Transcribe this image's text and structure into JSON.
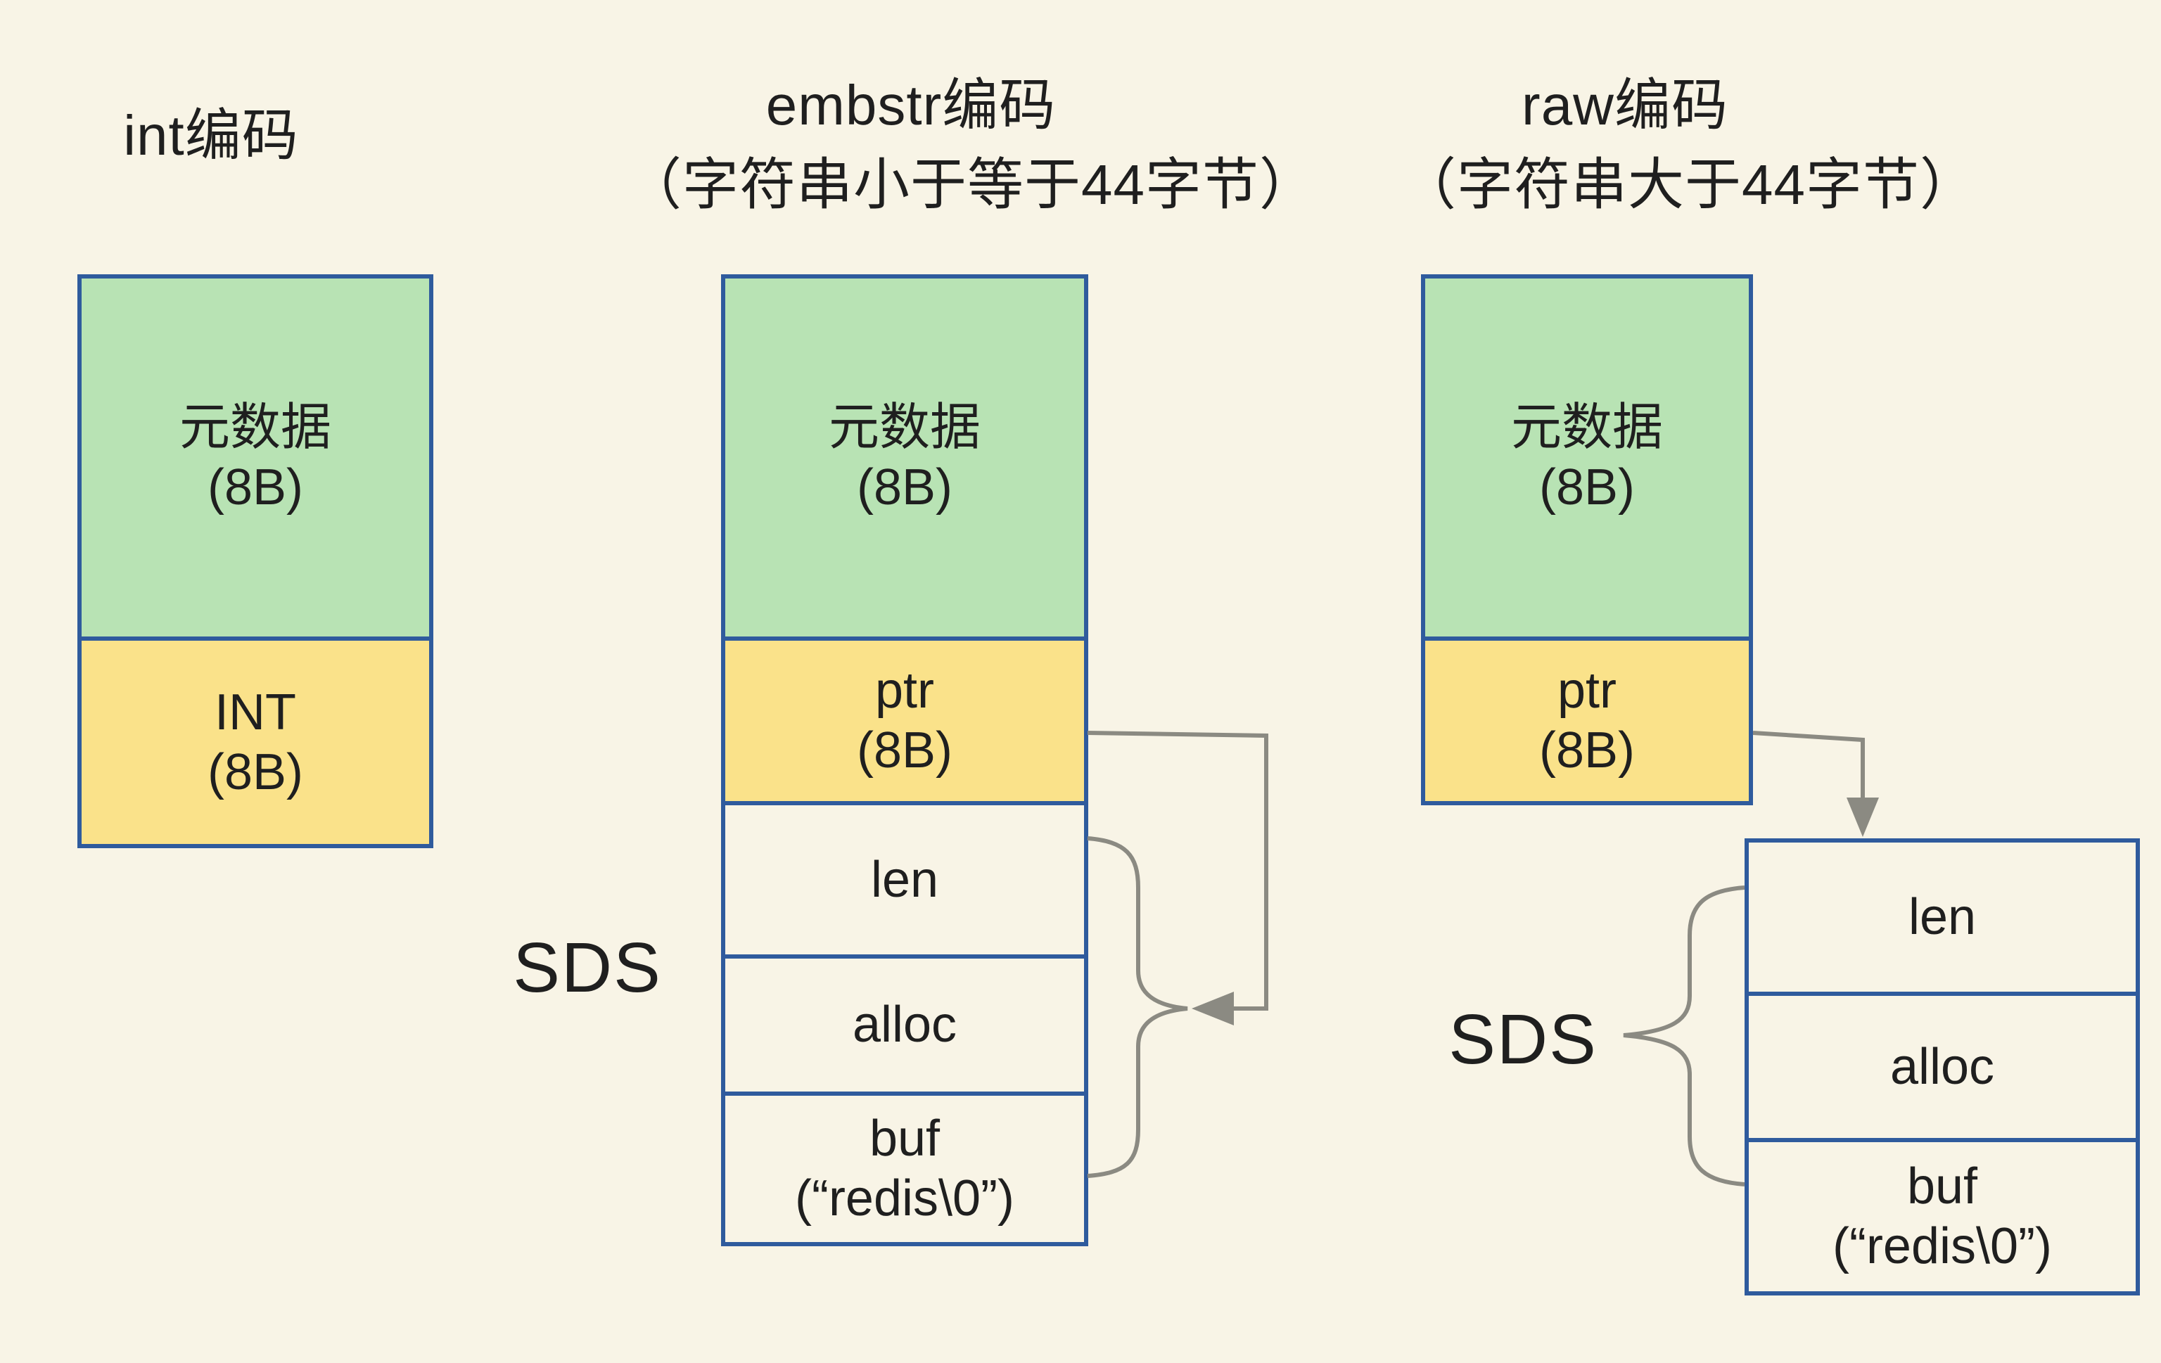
{
  "colors": {
    "bg": "#f8f4e6",
    "green": "#b8e3b4",
    "yellow": "#fae28a",
    "border": "#2f5b9d",
    "connector": "#8b8a82",
    "text": "#1f1f1f"
  },
  "columns": [
    {
      "key": "int",
      "title_lines": [
        "int编码"
      ],
      "robj_cells": [
        {
          "label": "元数据",
          "size": "(8B)"
        },
        {
          "label": "INT",
          "size": "(8B)"
        }
      ]
    },
    {
      "key": "embstr",
      "title_lines": [
        "embstr编码",
        "（字符串小于等于44字节）"
      ],
      "robj_cells": [
        {
          "label": "元数据",
          "size": "(8B)"
        },
        {
          "label": "ptr",
          "size": "(8B)"
        }
      ],
      "sds": {
        "label": "SDS",
        "cells": [
          {
            "label": "len"
          },
          {
            "label": "alloc"
          },
          {
            "label": "buf",
            "value": "(“redis\\0”)"
          }
        ]
      }
    },
    {
      "key": "raw",
      "title_lines": [
        "raw编码",
        "（字符串大于44字节）"
      ],
      "robj_cells": [
        {
          "label": "元数据",
          "size": "(8B)"
        },
        {
          "label": "ptr",
          "size": "(8B)"
        }
      ],
      "sds": {
        "label": "SDS",
        "cells": [
          {
            "label": "len"
          },
          {
            "label": "alloc"
          },
          {
            "label": "buf",
            "value": "(“redis\\0”)"
          }
        ]
      }
    }
  ]
}
